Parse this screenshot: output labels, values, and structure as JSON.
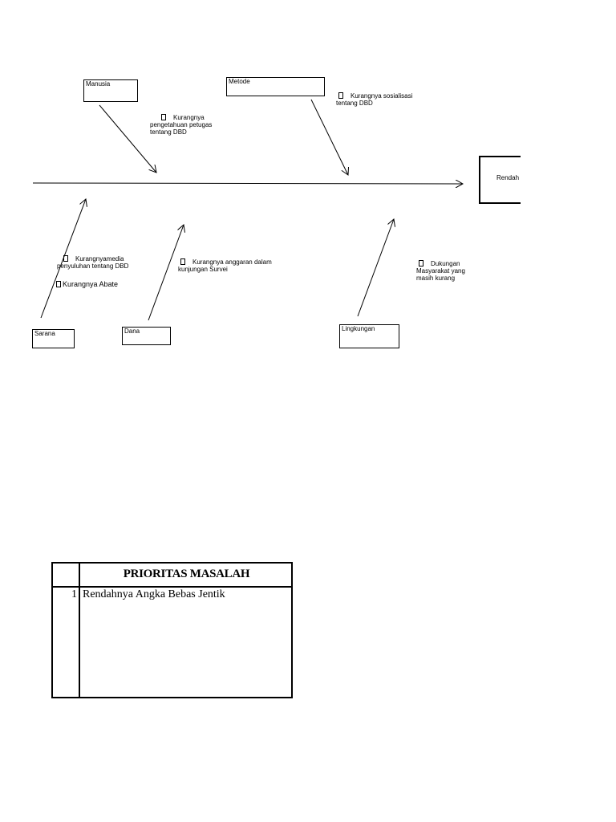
{
  "fishbone": {
    "effect_label": "Rendah",
    "categories": {
      "manusia": "Manusia",
      "metode": "Metode",
      "sarana": "Sarana",
      "dana": "Dana",
      "lingkungan": "Lingkungan"
    },
    "causes": {
      "manusia": [
        "Kurangnya",
        "pengetahuan petugas",
        "tentang DBD"
      ],
      "metode": [
        "Kurangnya sosialisasi",
        "tentang DBD"
      ],
      "sarana": [
        "Kurangnyamedia",
        "penyuluhan tentang  DBD"
      ],
      "sarana_extra": "Kurangnya Abate",
      "dana": [
        "Kurangnya anggaran dalam",
        "kunjungan  Survei"
      ],
      "lingkungan": [
        "Dukungan",
        "Masyarakat yang",
        "masih kurang"
      ]
    }
  },
  "table": {
    "title": "PRIORITAS MASALAH",
    "rows": [
      {
        "no": "1",
        "text": "Rendahnya Angka Bebas Jentik"
      }
    ]
  }
}
